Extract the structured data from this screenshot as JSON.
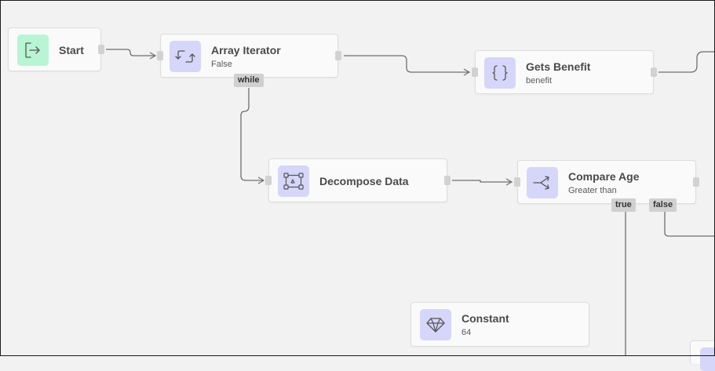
{
  "nodes": {
    "start": {
      "title": "Start",
      "icon": "enter-icon"
    },
    "array_iterator": {
      "title": "Array Iterator",
      "subtitle": "False",
      "icon": "loop-arrows-icon"
    },
    "gets_benefit": {
      "title": "Gets Benefit",
      "subtitle": "benefit",
      "icon": "braces-icon"
    },
    "decompose_data": {
      "title": "Decompose Data",
      "icon": "decompose-icon"
    },
    "compare_age": {
      "title": "Compare Age",
      "subtitle": "Greater than",
      "icon": "branch-icon"
    },
    "constant": {
      "title": "Constant",
      "subtitle": "64",
      "icon": "diamond-icon"
    }
  },
  "edge_labels": {
    "while": "while",
    "true": "true",
    "false": "false"
  },
  "colors": {
    "canvas": "#f2f2f2",
    "node_bg": "#fafafa",
    "icon_purple": "#d6d6fa",
    "icon_green": "#b8f5d4",
    "edge": "#6e6e6e"
  }
}
